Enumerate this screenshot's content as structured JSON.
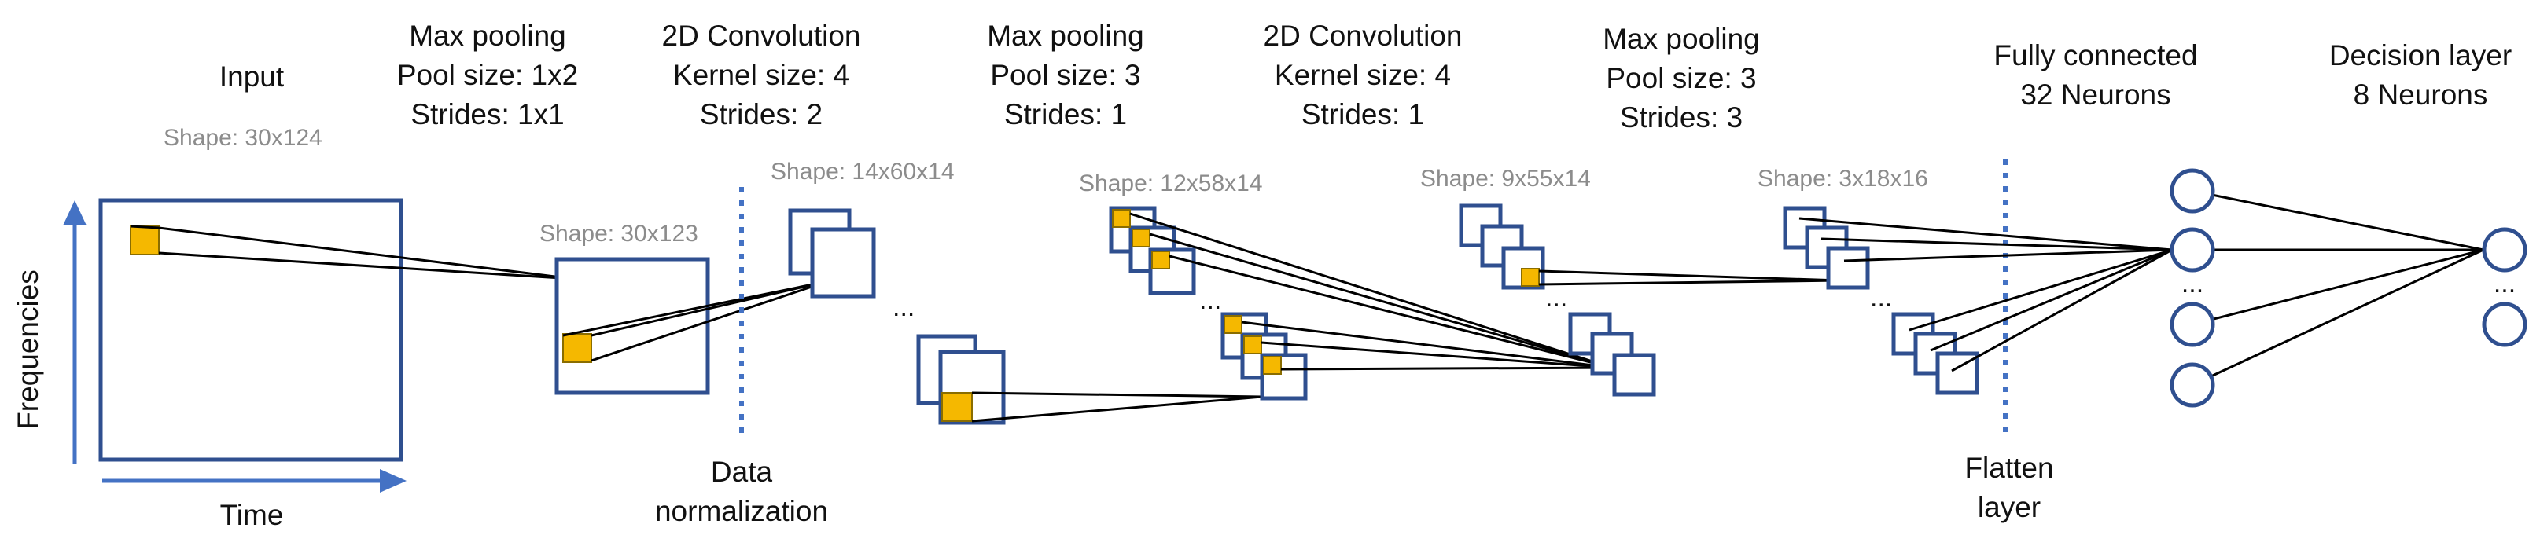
{
  "headers": {
    "input": [
      "Input"
    ],
    "pool1": [
      "Max pooling",
      "Pool size: 1x2",
      "Strides: 1x1"
    ],
    "conv1": [
      "2D Convolution",
      "Kernel size: 4",
      "Strides: 2"
    ],
    "pool2": [
      "Max pooling",
      "Pool size: 3",
      "Strides: 1"
    ],
    "conv2": [
      "2D Convolution",
      "Kernel size: 4",
      "Strides: 1"
    ],
    "pool3": [
      "Max pooling",
      "Pool size: 3",
      "Strides: 3"
    ],
    "fc": [
      "Fully connected",
      "32  Neurons"
    ],
    "decision": [
      "Decision layer",
      "8  Neurons"
    ]
  },
  "shapes": {
    "input": "Shape: 30x124",
    "pool1": "Shape: 30x123",
    "conv1": "Shape: 14x60x14",
    "pool2": "Shape: 12x58x14",
    "conv2": "Shape: 9x55x14",
    "pool3": "Shape: 3x18x16"
  },
  "bottom_labels": {
    "data_norm": [
      "Data",
      "normalization"
    ],
    "flatten": [
      "Flatten",
      "layer"
    ]
  },
  "axes": {
    "y": "Frequencies",
    "x": "Time"
  },
  "ellipsis": "...",
  "colors": {
    "box": "#2f4f8f",
    "patch": "#f5b800",
    "separator": "#4472c4",
    "shape_text": "#8c8c8c"
  }
}
